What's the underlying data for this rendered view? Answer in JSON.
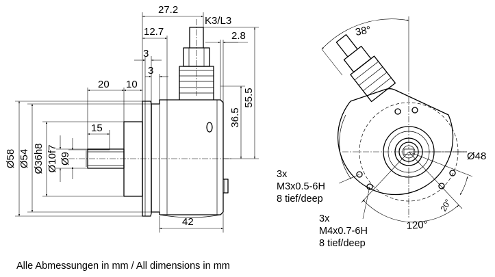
{
  "side_view": {
    "dims": {
      "d58": "Ø58",
      "d54": "Ø54",
      "d36": "Ø36h8",
      "d10": "Ø10f7",
      "d9": "Ø9",
      "l27": "27.2",
      "l12": "12.7",
      "cable": "K3/L3",
      "l2_8": "2.8",
      "l3a": "3",
      "l3b": "3",
      "l20": "20",
      "l10": "10",
      "l15": "15",
      "h55": "55.5",
      "h36": "36.5",
      "l42": "42"
    }
  },
  "front_view": {
    "dims": {
      "angle38": "38°",
      "d48": "Ø48",
      "angle120": "120°",
      "angle20": "20°"
    },
    "note_m3": {
      "l1": "3x",
      "l2": "M3x0.5-6H",
      "l3": "8 tief/deep"
    },
    "note_m4": {
      "l1": "3x",
      "l2": "M4x0.7-6H",
      "l3": "8 tief/deep"
    }
  },
  "footer": "Alle Abmessungen in mm / All dimensions in mm"
}
